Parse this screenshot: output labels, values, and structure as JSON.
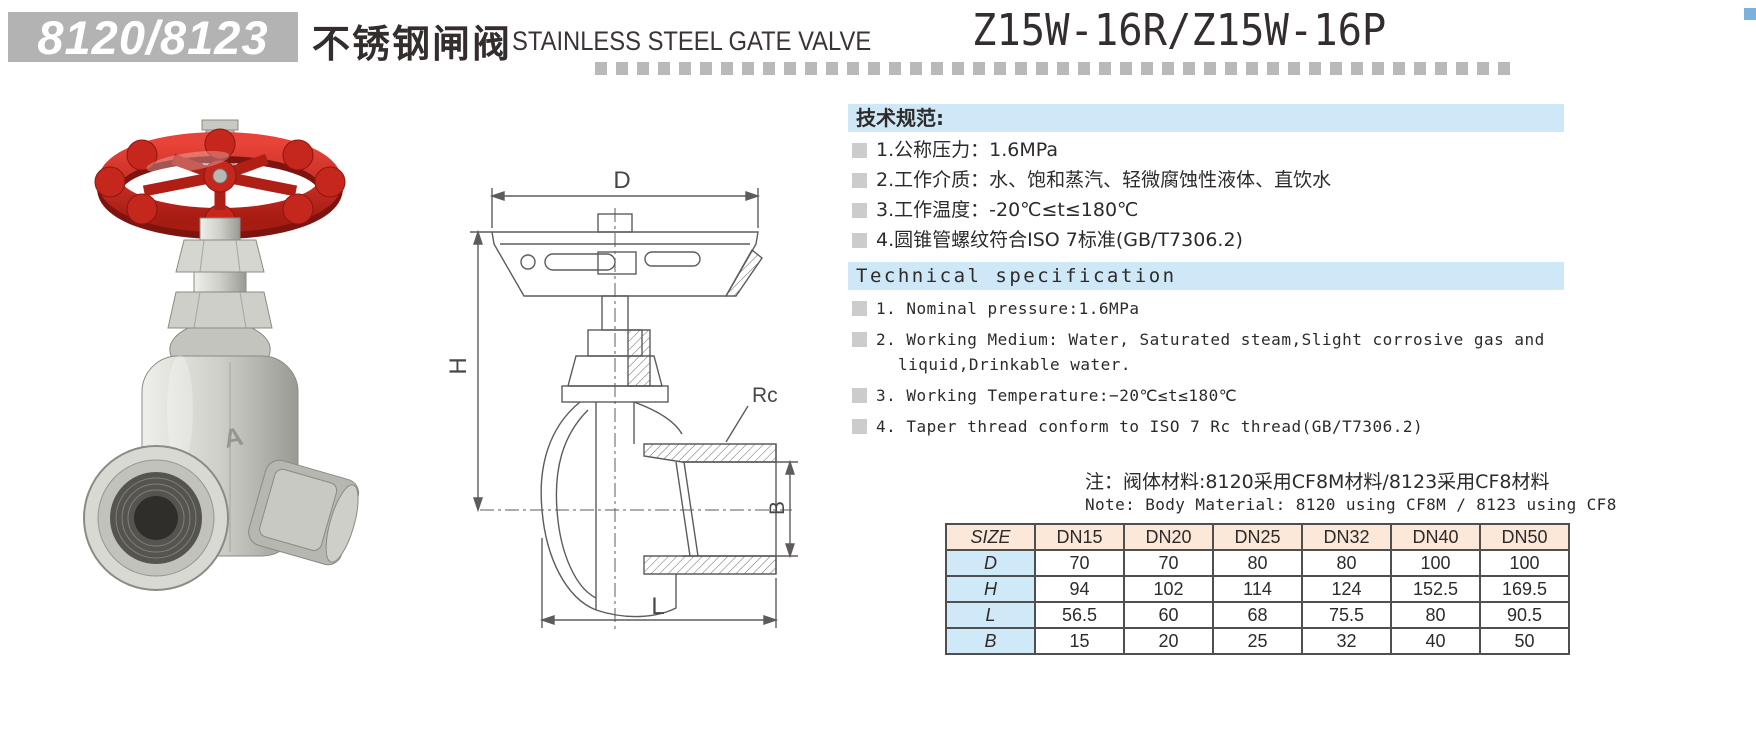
{
  "header": {
    "model_code": "8120/8123",
    "title_cn": "不锈钢闸阀",
    "title_en": "STAINLESS STEEL GATE VALVE",
    "part_numbers": "Z15W-16R/Z15W-16P"
  },
  "spec_cn": {
    "heading": "技术规范:",
    "items": [
      "1.公称压力：1.6MPa",
      "2.工作介质：水、饱和蒸汽、轻微腐蚀性液体、直饮水",
      "3.工作温度：-20℃≤t≤180℃",
      "4.圆锥管螺纹符合ISO 7标准(GB/T7306.2)"
    ]
  },
  "spec_en": {
    "heading": "Technical specification",
    "items": [
      "1. Nominal pressure:1.6MPa",
      "2. Working Medium: Water, Saturated steam,Slight corrosive gas and liquid,Drinkable water.",
      "3. Working Temperature:−20℃≤t≤180℃",
      "4. Taper thread conform to ISO 7 Rc thread(GB/T7306.2)"
    ]
  },
  "note": {
    "line_cn": "注：阀体材料:8120采用CF8M材料/8123采用CF8材料",
    "line_en": "Note: Body Material: 8120 using CF8M  / 8123 using CF8"
  },
  "size_table": {
    "header": [
      "SIZE",
      "DN15",
      "DN20",
      "DN25",
      "DN32",
      "DN40",
      "DN50"
    ],
    "rows": [
      {
        "label": "D",
        "values": [
          "70",
          "70",
          "80",
          "80",
          "100",
          "100"
        ]
      },
      {
        "label": "H",
        "values": [
          "94",
          "102",
          "114",
          "124",
          "152.5",
          "169.5"
        ]
      },
      {
        "label": "L",
        "values": [
          "56.5",
          "60",
          "68",
          "75.5",
          "80",
          "90.5"
        ]
      },
      {
        "label": "B",
        "values": [
          "15",
          "20",
          "25",
          "32",
          "40",
          "50"
        ]
      }
    ]
  },
  "drawing": {
    "labels": {
      "d": "D",
      "h": "H",
      "rc": "Rc",
      "b": "B",
      "l": "L"
    }
  },
  "colors": {
    "badge_gray": "#b3b3b3",
    "section_bar_blue": "#cfe8f8",
    "table_header_peach": "#fbe8d8",
    "table_rowhead_blue": "#cfe9f8",
    "handwheel_red": "#c5271d"
  }
}
